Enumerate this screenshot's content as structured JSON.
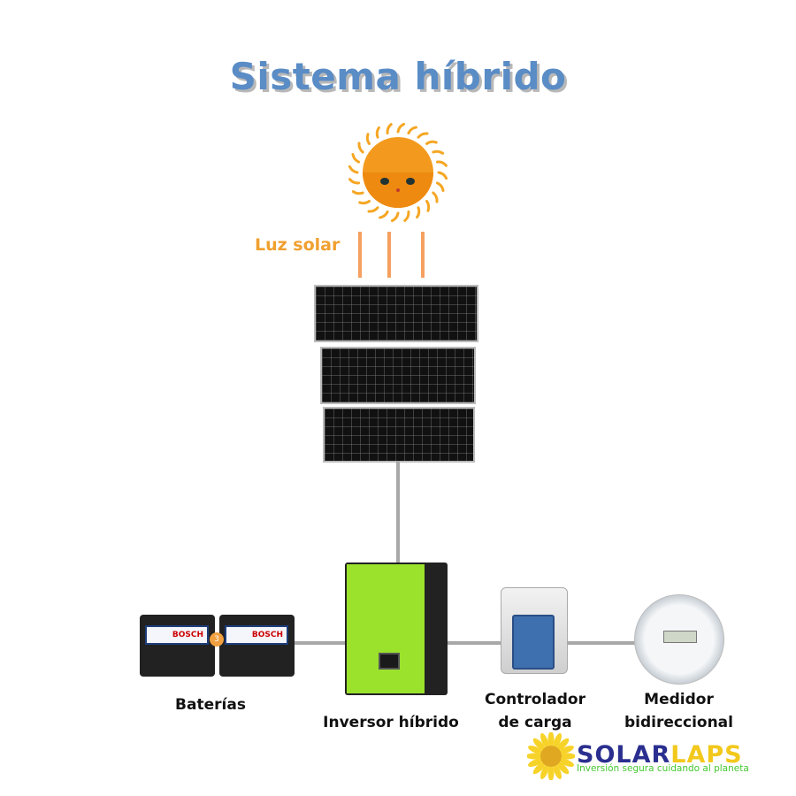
{
  "title": "Sistema híbrido",
  "sunlight_label": "Luz solar",
  "components": {
    "batteries": "Baterías",
    "inverter": "Inversor híbrido",
    "controller_line1": "Controlador",
    "controller_line2": "de carga",
    "meter_line1": "Medidor",
    "meter_line2": "bidireccional"
  },
  "battery_brand": "BOSCH",
  "battery_badge": "3",
  "logo": {
    "part1": "SOLAR",
    "part2": "LAPS",
    "tagline": "Inversión segura cuidando al planeta"
  },
  "colors": {
    "title": "#5a8cc6",
    "sun": "#f39a1e",
    "inverter": "#9be22d",
    "logo_blue": "#2a2f8f",
    "logo_yellow": "#f2c81c",
    "logo_green": "#44c830"
  }
}
